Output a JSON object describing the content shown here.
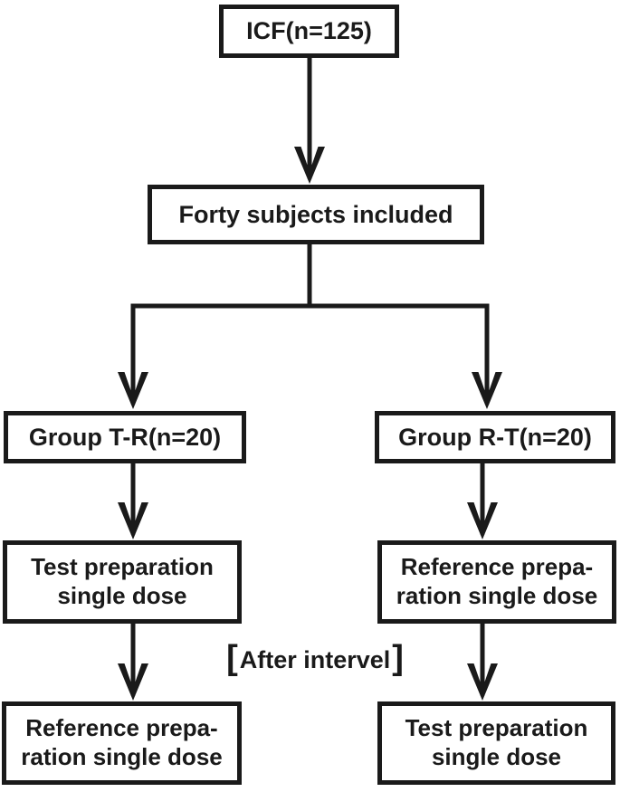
{
  "figure": {
    "background_color": "#ffffff",
    "ink_color": "#1a1a1a",
    "type": "flowchart",
    "nodes": {
      "icf": {
        "label": "ICF(n=125)"
      },
      "included": {
        "label": "Forty subjects included"
      },
      "group_tr": {
        "label": "Group T-R(n=20)"
      },
      "group_rt": {
        "label": "Group R-T(n=20)"
      },
      "tr_period1": {
        "lines": [
          "Test preparation",
          "single dose"
        ]
      },
      "rt_period1": {
        "lines": [
          "Reference prepa-",
          "ration single dose"
        ]
      },
      "tr_period2": {
        "lines": [
          "Reference prepa-",
          "ration single dose"
        ]
      },
      "rt_period2": {
        "lines": [
          "Test preparation",
          "single dose"
        ]
      }
    },
    "note": {
      "open_bracket": "[",
      "text": "After intervel",
      "close_bracket": "]"
    },
    "edges": [
      "icf -> included",
      "included -> group_tr",
      "included -> group_rt",
      "group_tr -> tr_period1",
      "tr_period1 -> tr_period2",
      "group_rt -> rt_period1",
      "rt_period1 -> rt_period2"
    ]
  }
}
